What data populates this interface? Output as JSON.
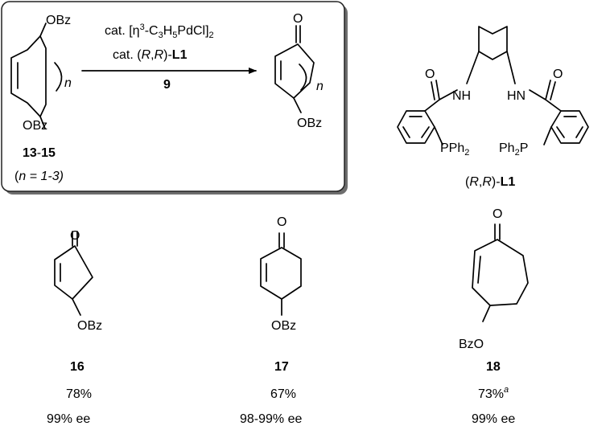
{
  "reaction": {
    "catalyst_line1": {
      "a": "cat. [η",
      "sup": "3",
      "b": "-C",
      "s1": "3",
      "c": "H",
      "s2": "5",
      "d": "PdCl]",
      "s3": "2"
    },
    "catalyst_line2": {
      "prefix": "cat. (",
      "r1": "R",
      "comma": ",",
      "r2": "R",
      "close": ")-",
      "ligand": "L1"
    },
    "reagent": "9",
    "substrate_label": {
      "a": "13",
      "dash": "-",
      "b": "15"
    },
    "range_note": {
      "open": "(",
      "n": "n",
      "rest": " = 1-3)"
    },
    "ring_index": "n"
  },
  "ligand": {
    "label": {
      "open": "(",
      "r1": "R",
      "comma": ",",
      "r2": "R",
      "close": ")-",
      "name": "L1"
    },
    "nh_left": "NH",
    "nh_right": "HN",
    "phosphine_left": {
      "a": "PPh",
      "sub": "2"
    },
    "phosphine_right": {
      "a": "Ph",
      "sub": "2",
      "b": "P"
    }
  },
  "atoms": {
    "oxygen": "O",
    "obz": "OBz",
    "bzo": "BzO"
  },
  "products": [
    {
      "id": "16",
      "yield": "78%",
      "ee": "99% ee",
      "footnote": ""
    },
    {
      "id": "17",
      "yield": "67%",
      "ee": "98-99% ee",
      "footnote": ""
    },
    {
      "id": "18",
      "yield": "73%",
      "ee": "99% ee",
      "footnote": "a"
    }
  ]
}
